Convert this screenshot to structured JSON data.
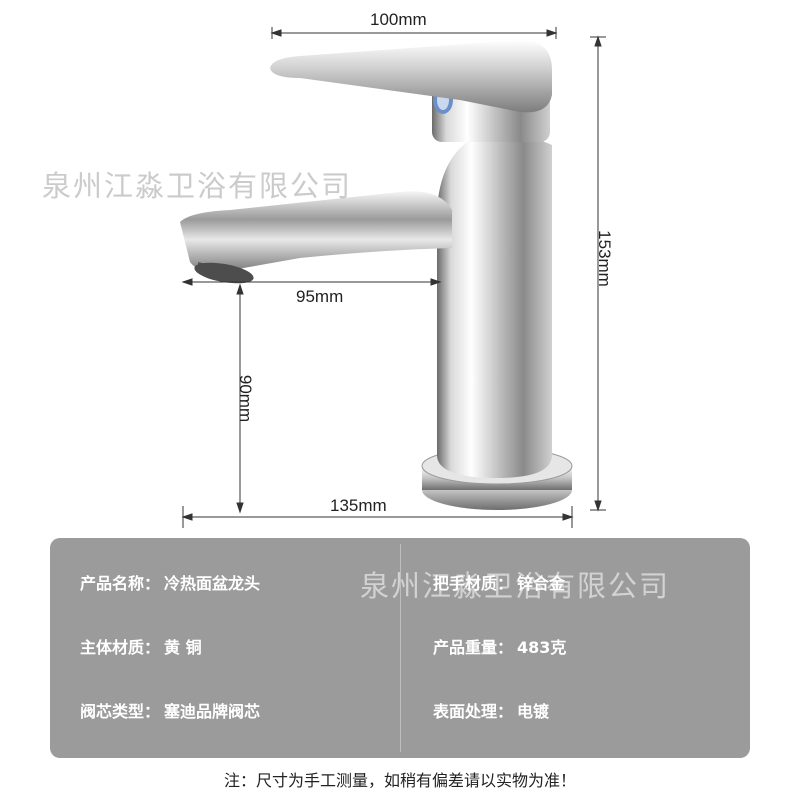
{
  "dimensions": {
    "handle_width": "100mm",
    "height": "153mm",
    "spout_reach": "95mm",
    "spout_height": "90mm",
    "total_length": "135mm"
  },
  "watermark": "泉州江淼卫浴有限公司",
  "specs": {
    "left": [
      {
        "label": "产品名称：",
        "value": "冷热面盆龙头"
      },
      {
        "label": "主体材质：",
        "value": "黄 铜"
      },
      {
        "label": "阀芯类型：",
        "value": "塞迪品牌阀芯"
      }
    ],
    "right": [
      {
        "label": "把手材质：",
        "value": "锌合金"
      },
      {
        "label": "产品重量：",
        "value": "483克"
      },
      {
        "label": "表面处理：",
        "value": "电镀"
      }
    ]
  },
  "note": "注：尺寸为手工测量，如稍有偏差请以实物为准！",
  "colors": {
    "panel": "#9b9b9b",
    "chrome_dark": "#555555",
    "chrome_light": "#f2f2f2"
  }
}
